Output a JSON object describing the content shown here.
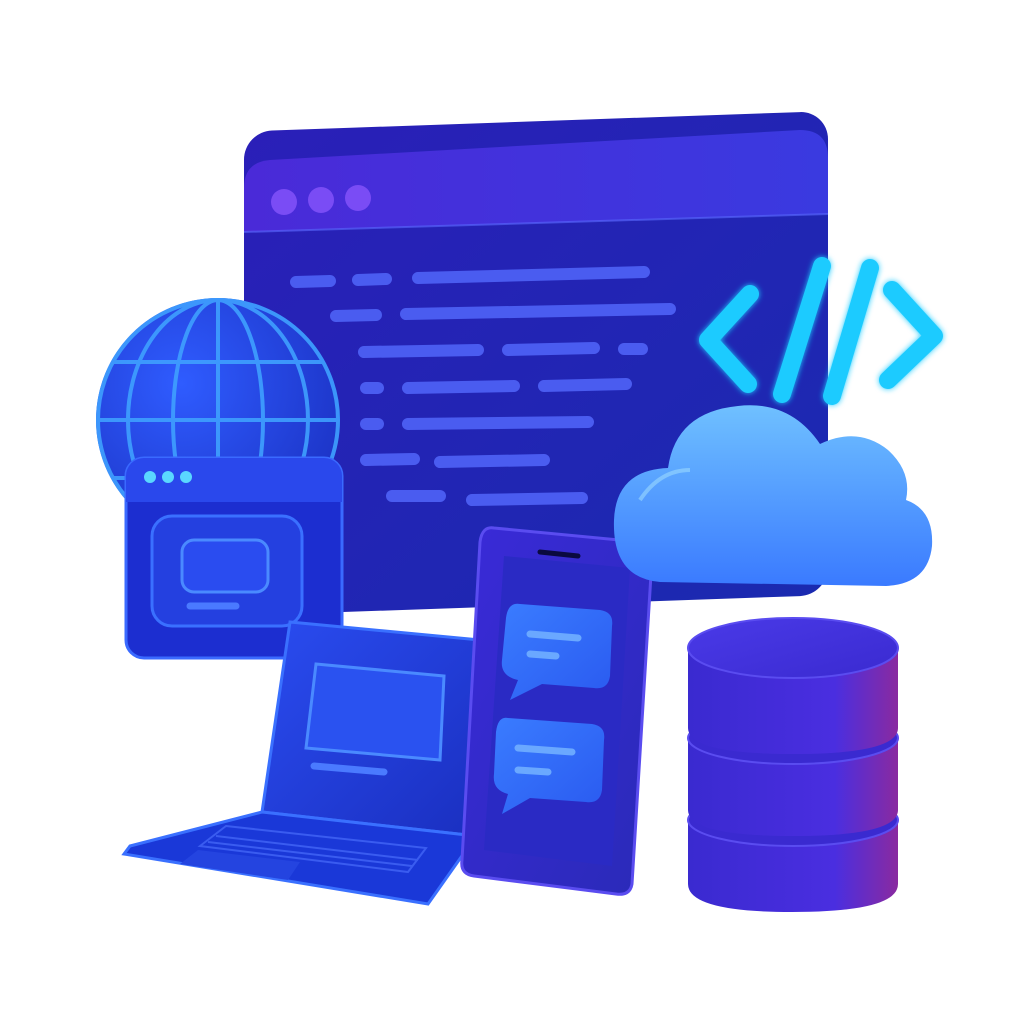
{
  "illustration": {
    "subject": "web-development-and-cloud-services",
    "elements": [
      "code-editor-window",
      "globe-icon",
      "small-browser-window",
      "laptop",
      "smartphone",
      "cloud-icon",
      "code-brackets-icon",
      "database-icon"
    ],
    "palette": {
      "deep_blue": "#1a2fc8",
      "indigo": "#3a2ad8",
      "violet": "#6b3cf0",
      "cyan": "#2ec8ff",
      "cloud_blue": "#4aa8ff",
      "accent_red": "#e03a6a"
    }
  }
}
